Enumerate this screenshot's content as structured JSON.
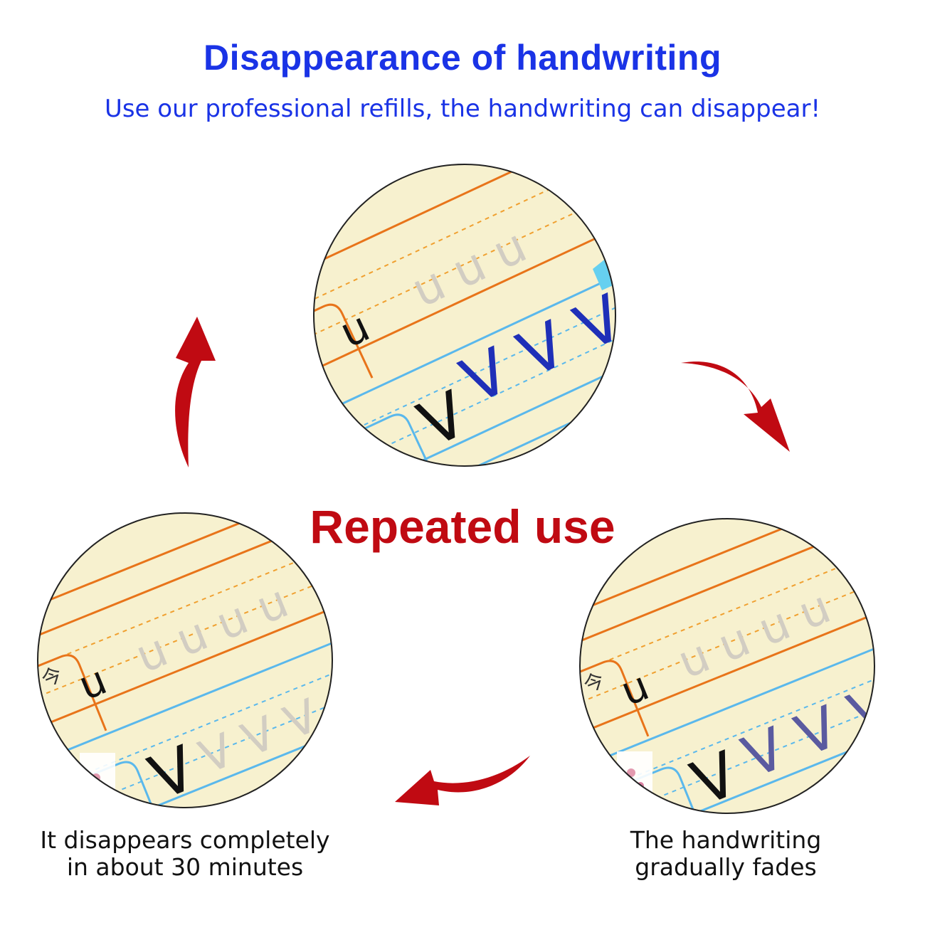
{
  "header": {
    "title": "Disappearance of handwriting",
    "subtitle": "Use our professional refills, the handwriting can disappear!"
  },
  "center": {
    "label": "Repeated use"
  },
  "captions": {
    "left_line1": "It disappears completely",
    "left_line2": "in about 30 minutes",
    "right_line1": "The handwriting",
    "right_line2": "gradually fades"
  },
  "circles": {
    "top": {
      "print_letter_u": "u",
      "print_letter_v": "V",
      "written_v": "V V V",
      "traced_u": "u u u"
    },
    "left": {
      "print_letter_u": "u",
      "print_letter_v": "V",
      "written_v": "V V V",
      "traced_u": "u u u u",
      "side_glyph": "今"
    },
    "right": {
      "print_letter_u": "u",
      "print_letter_v": "V",
      "written_v": "V V V",
      "traced_u": "u u u u",
      "side_glyph": "今"
    }
  },
  "colors": {
    "title_blue": "#1a33e6",
    "accent_red": "#c00a12",
    "paper": "#f7f1cf",
    "ink_blue": "#1f2fb8",
    "ink_faded": "#5a5aa0",
    "ghost": "#cfcbc0"
  }
}
